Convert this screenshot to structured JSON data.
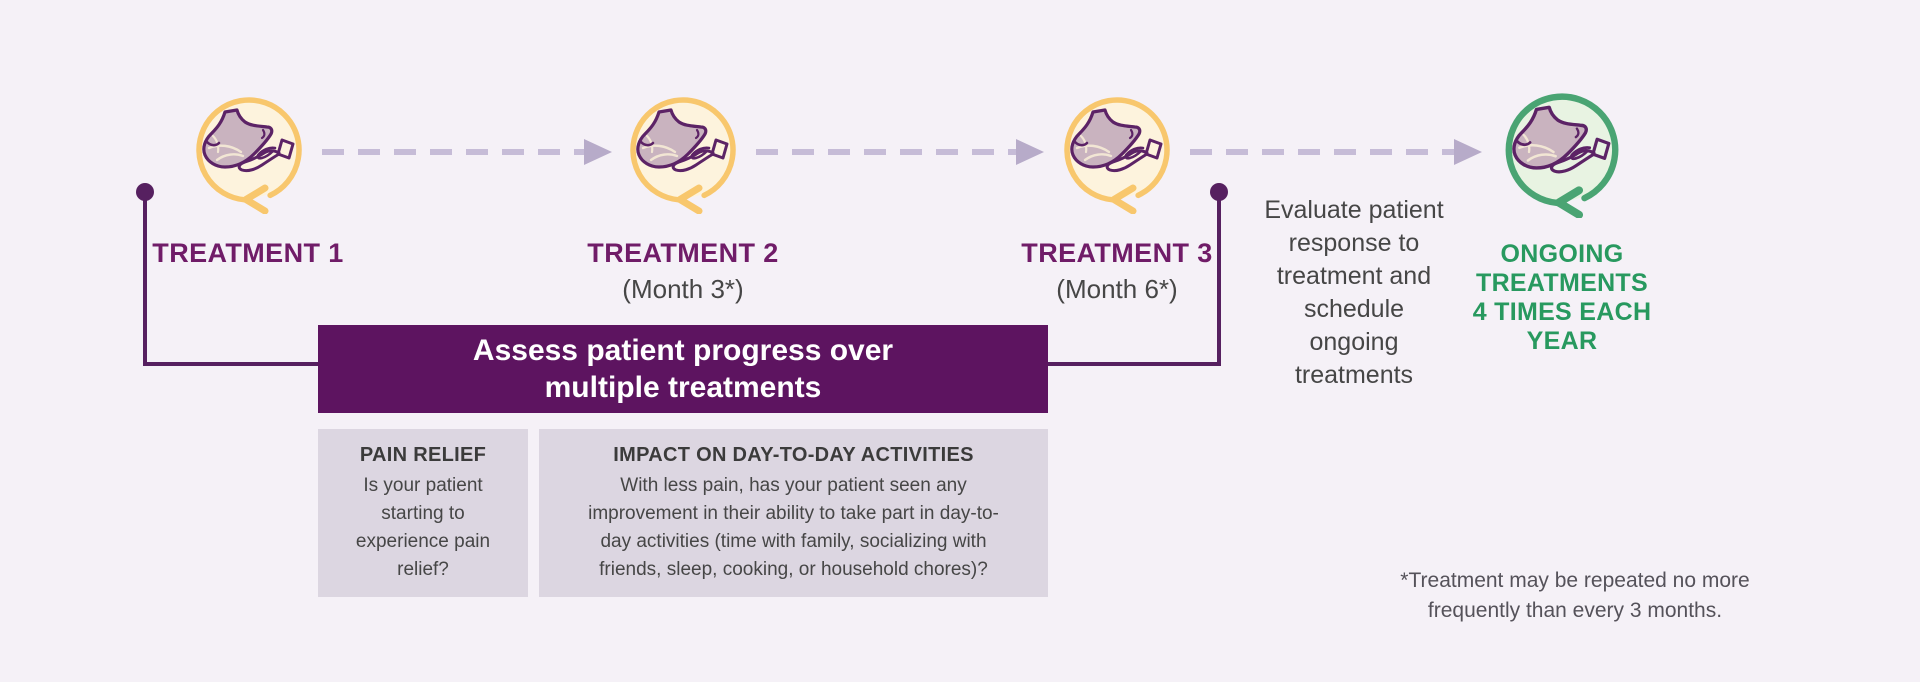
{
  "colors": {
    "bg": "#f5f1f7",
    "banner": "#5d1460",
    "line": "#562060",
    "label": "#701c68",
    "yellow": "#f8c76d",
    "cream": "#fdf3dd",
    "green_ring": "#4aa473",
    "green_fill": "#e8f3e2",
    "green_text": "#28995f",
    "dash": "#c6bcd7",
    "dash_head": "#b7abc9",
    "card_bg": "#dcd6e1",
    "text_dark": "#3b3b3b",
    "text_body": "#464646",
    "footnote": "#55525a",
    "icon_stroke": "#5c2366",
    "foot_fill": "#c9b3bf",
    "crease": "#f2e6d4",
    "white": "#ffffff"
  },
  "timeline": {
    "steps": [
      {
        "id": "treatment-1",
        "label": "TREATMENT 1",
        "sublabel": "",
        "icon": "foot-in-hand-cycle",
        "theme": "yellow"
      },
      {
        "id": "treatment-2",
        "label": "TREATMENT 2",
        "sublabel": "(Month 3*)",
        "icon": "foot-in-hand-cycle",
        "theme": "yellow"
      },
      {
        "id": "treatment-3",
        "label": "TREATMENT 3",
        "sublabel": "(Month 6*)",
        "icon": "foot-in-hand-cycle",
        "theme": "yellow"
      },
      {
        "id": "ongoing-treatments",
        "label": "ONGOING\nTREATMENTS\n4 TIMES EACH\nYEAR",
        "sublabel": "",
        "icon": "foot-in-hand-cycle",
        "theme": "green"
      }
    ],
    "evaluate_note": "Evaluate patient\nresponse to\ntreatment and\nschedule\nongoing\ntreatments"
  },
  "banner": {
    "title": "Assess patient progress over\nmultiple treatments"
  },
  "assessment_cards": [
    {
      "heading": "PAIN RELIEF",
      "body": "Is your patient\nstarting to\nexperience pain\nrelief?"
    },
    {
      "heading": "IMPACT ON DAY-TO-DAY ACTIVITIES",
      "body": "With less pain, has your patient seen any\nimprovement in their ability to take part in day-to-\nday activities (time with family, socializing with\nfriends, sleep, cooking, or household chores)?"
    }
  ],
  "footnote": "*Treatment may be repeated no more\nfrequently than every 3 months."
}
